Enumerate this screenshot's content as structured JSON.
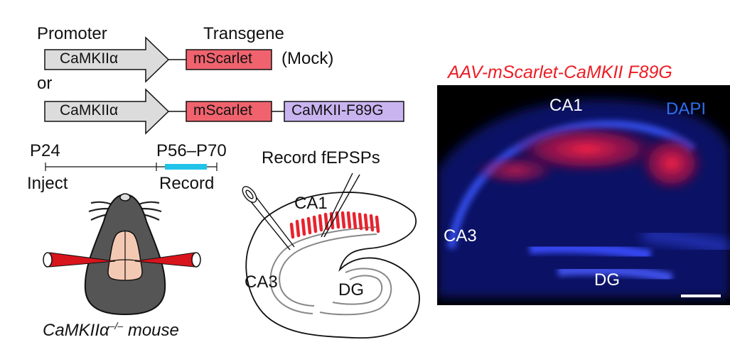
{
  "construct": {
    "promoter_header": "Promoter",
    "transgene_header": "Transgene",
    "promoter_label": "CaMKIIα",
    "reporter_label": "mScarlet",
    "mock_label": "(Mock)",
    "or_label": "or",
    "fusion_label": "CaMKII-F89G",
    "colors": {
      "promoter": "#dcdcdc",
      "reporter": "#f0636e",
      "fusion": "#c9b4f0",
      "record_bar": "#21c3e8"
    }
  },
  "timeline": {
    "start_label": "P24",
    "end_label": "P56–P70",
    "inject_label": "Inject",
    "record_label": "Record"
  },
  "mouse": {
    "caption_prefix": "CaMKIIα",
    "caption_sup": "–/–",
    "caption_suffix": " mouse"
  },
  "hippocampus": {
    "record_label": "Record fEPSPs",
    "ca1_label": "CA1",
    "ca3_label": "CA3",
    "dg_label": "DG"
  },
  "micrograph": {
    "title": "AAV-mScarlet-CaMKII F89G",
    "ca1_label": "CA1",
    "dapi_label": "DAPI",
    "ca3_label": "CA3",
    "dg_label": "DG",
    "colors": {
      "title": "#ee1c24",
      "dapi": "#2f6ff0",
      "signal": "#ff1e3c"
    }
  }
}
